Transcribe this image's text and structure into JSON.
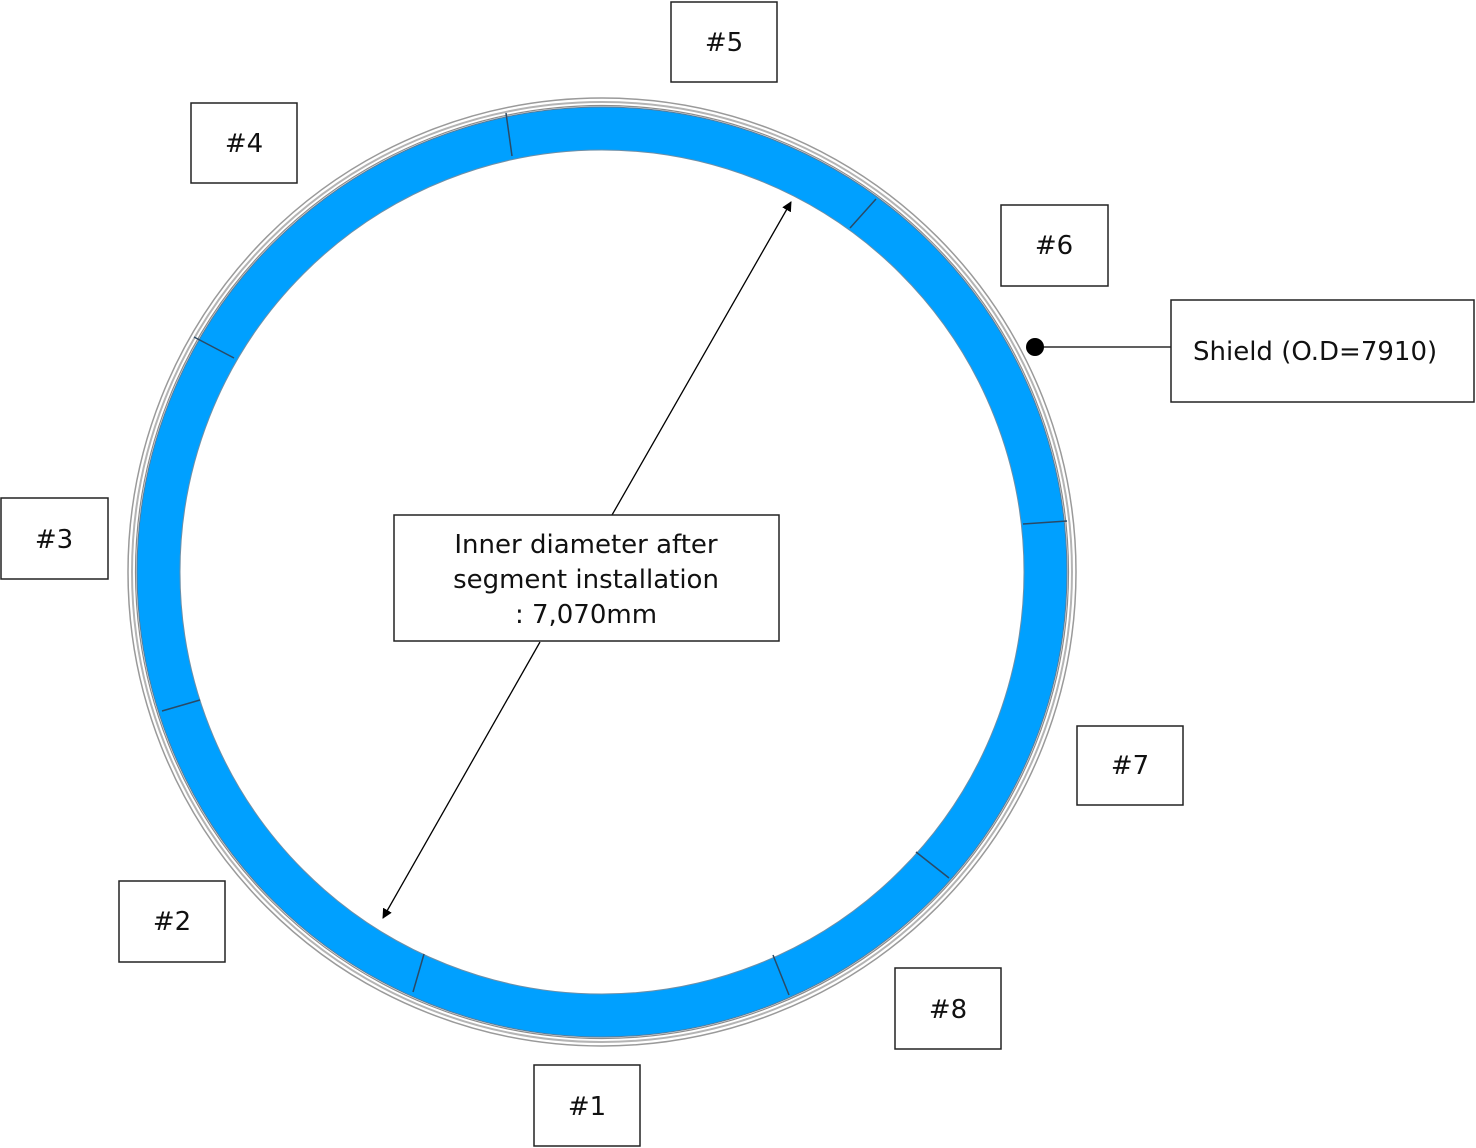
{
  "colors": {
    "segment_fill": "#00A0FF",
    "segment_joint": "#2a4a66",
    "shield_ring": "#9a9a9a",
    "line": "#000000"
  },
  "segments": [
    {
      "label": "#1"
    },
    {
      "label": "#2"
    },
    {
      "label": "#3"
    },
    {
      "label": "#4"
    },
    {
      "label": "#5"
    },
    {
      "label": "#6"
    },
    {
      "label": "#7"
    },
    {
      "label": "#8"
    }
  ],
  "shield": {
    "label": "Shield (O.D=7910)"
  },
  "inner_diameter": {
    "lines": [
      "Inner diameter after",
      "segment installation",
      ": 7,070mm"
    ]
  }
}
